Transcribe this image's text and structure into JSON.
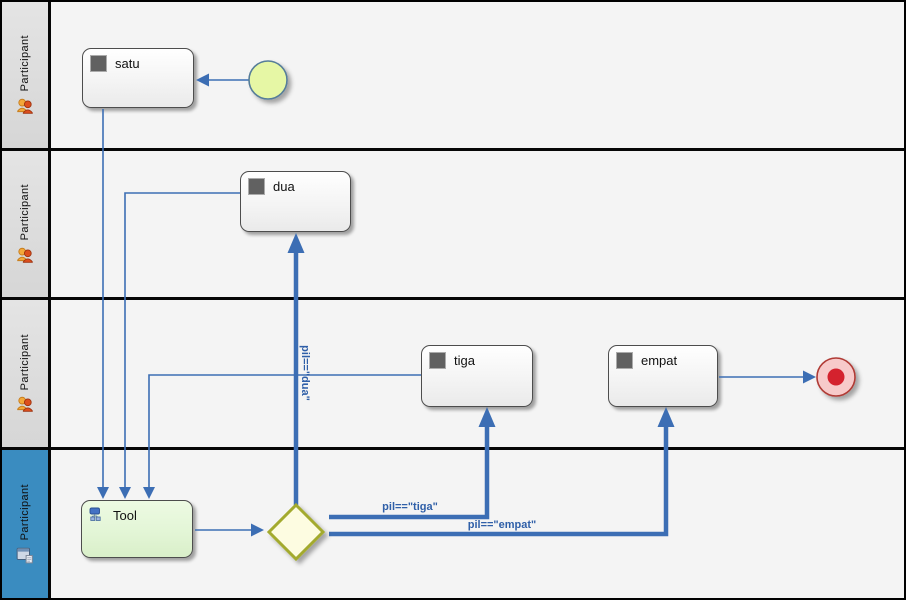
{
  "lanes": [
    {
      "label": "Participant",
      "icon": "participants-icon"
    },
    {
      "label": "Participant",
      "icon": "participants-icon"
    },
    {
      "label": "Participant",
      "icon": "participants-icon"
    },
    {
      "label": "Participant",
      "icon": "system-participant-icon",
      "selected": true
    }
  ],
  "tasks": [
    {
      "label": "satu",
      "icon": "task-marker-icon"
    },
    {
      "label": "dua",
      "icon": "task-marker-icon"
    },
    {
      "label": "tiga",
      "icon": "task-marker-icon"
    },
    {
      "label": "empat",
      "icon": "task-marker-icon"
    },
    {
      "label": "Tool",
      "icon": "tool-task-icon"
    }
  ],
  "flow_labels": {
    "dua": "pil==\"dua\"",
    "tiga": "pil==\"tiga\"",
    "empat": "pil==\"empat\""
  },
  "events": {
    "start": "start-event",
    "end": "end-event",
    "gateway": "exclusive-gateway"
  },
  "colors": {
    "flow_blue": "#3c6eb4",
    "flow_label_blue": "#2f5fa8",
    "lane_header_gray": "#dcdcdc",
    "lane_header_selected_blue": "#3a8cc0",
    "lane_body": "#f4f4f4",
    "lane_border": "#060606",
    "task_border": "#4d4d4d",
    "tool_task_fill": "#e4f7d8",
    "gateway_fill": "#fdfce1",
    "gateway_border": "#a3aa2d",
    "start_event_fill": "#e6f7a5",
    "start_event_border": "#567d99",
    "end_event_fill": "#f7caca",
    "end_event_border": "#b03a35",
    "end_event_inner": "#d4202d"
  }
}
